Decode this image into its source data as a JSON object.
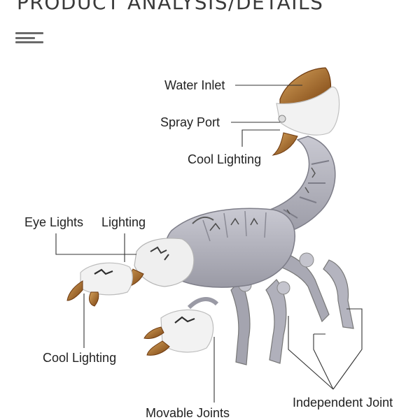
{
  "title": "PRODUCT ANALYSIS/DETAILS",
  "labels": {
    "water_inlet": "Water Inlet",
    "spray_port": "Spray Port",
    "cool_lighting_tail": "Cool Lighting",
    "eye_lights": "Eye Lights",
    "lighting": "Lighting",
    "cool_lighting_claw": "Cool Lighting",
    "movable_joints": "Movable Joints",
    "independent_joint": "Independent Joint"
  },
  "colors": {
    "body": "#b7b7c2",
    "body_shadow": "#8e8e99",
    "shell_white": "#f4f4f4",
    "amber": "#9a5a1c",
    "line": "#333333"
  }
}
